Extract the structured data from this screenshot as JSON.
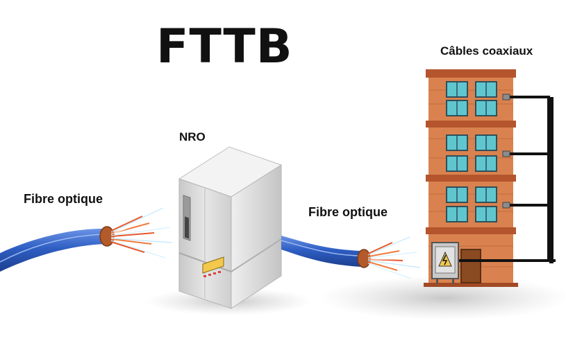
{
  "diagram": {
    "title": "FTTB",
    "labels": {
      "nro": "NRO",
      "fibre_left": "Fibre optique",
      "fibre_middle": "Fibre optique",
      "coax": "Câbles coaxiaux"
    },
    "colors": {
      "fibre_cable": "#2f5fc4",
      "fibre_strands_orange": "#e8572a",
      "building_brick": "#d9824f",
      "building_trim": "#b4552d",
      "window_glass": "#5fc6cf",
      "coax_cable": "#111111",
      "server_body": "#d6d6d6",
      "display": "#f2c94c"
    },
    "icons": [
      "server-rack-icon",
      "building-icon",
      "electrical-box-icon",
      "fibre-optic-cable-icon"
    ]
  }
}
